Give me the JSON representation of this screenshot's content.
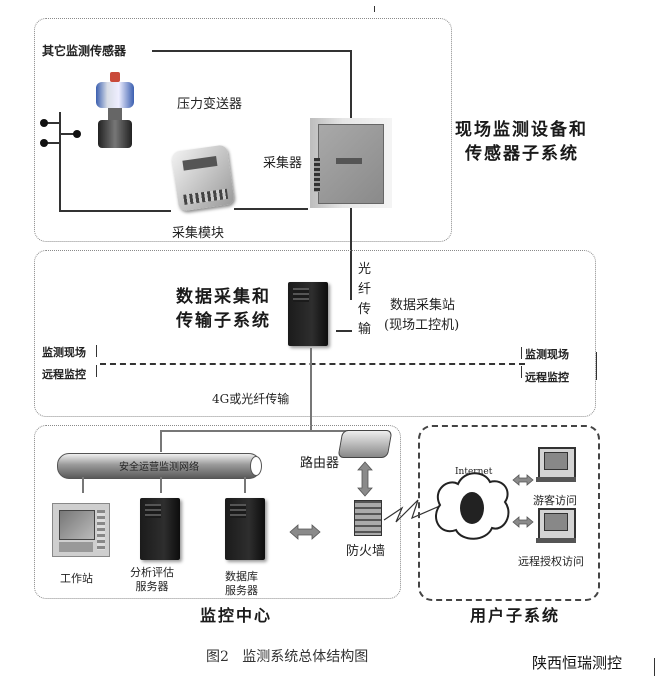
{
  "subsystems": {
    "field": {
      "title_line1": "现场监测设备和",
      "title_line2": "传感器子系统",
      "other_sensors": "其它监测传感器",
      "pressure_transmitter": "压力变送器",
      "collector": "采集器",
      "acquisition_module": "采集模块"
    },
    "transmission": {
      "title_line1": "数据采集和",
      "title_line2": "传输子系统",
      "fiber_vertical": [
        "光",
        "纤",
        "传",
        "输"
      ],
      "station_line1": "数据采集站",
      "station_line2": "(现场工控机)",
      "left_site": "监测现场",
      "left_remote": "远程监控",
      "right_site": "监测现场",
      "right_remote": "远程监控",
      "link_label": "4G或光纤传输"
    },
    "monitor_center": {
      "title": "监控中心",
      "network_pipe": "安全运营监测网络",
      "router": "路由器",
      "firewall": "防火墙",
      "workstation": "工作站",
      "analysis_server_line1": "分析评估",
      "analysis_server_line2": "服务器",
      "db_server_line1": "数据库",
      "db_server_line2": "服务器"
    },
    "user": {
      "title": "用户子系统",
      "internet": "Internet",
      "visitor_access": "游客访问",
      "remote_access": "远程授权访问"
    }
  },
  "caption": "图2   监测系统总体结构图",
  "watermark": "陕西恒瑞测控"
}
